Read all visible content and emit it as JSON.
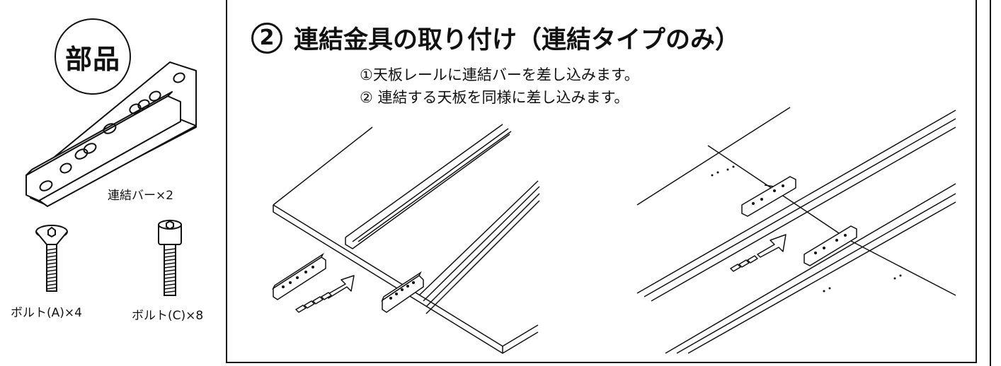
{
  "parts": {
    "badge": "部品",
    "items": [
      {
        "label": "連結バー×2"
      },
      {
        "label": "ボルト(A)×4"
      },
      {
        "label": "ボルト(C)×8"
      }
    ]
  },
  "step": {
    "number": "2",
    "title": "連結金具の取り付け（連結タイプのみ）",
    "instructions": [
      "①天板レールに連結バーを差し込みます。",
      "② 連結する天板を同様に差し込みます。"
    ]
  }
}
